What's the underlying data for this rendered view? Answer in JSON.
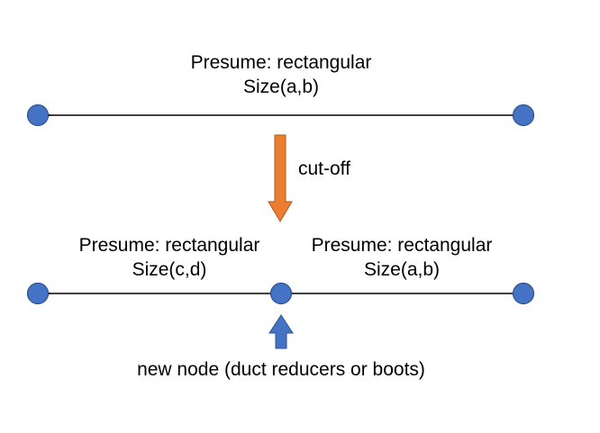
{
  "top_edge": {
    "line1": "Presume: rectangular",
    "line2": "Size(a,b)"
  },
  "cutoff": {
    "label": "cut-off"
  },
  "bottom_left_edge": {
    "line1": "Presume: rectangular",
    "line2": "Size(c,d)"
  },
  "bottom_right_edge": {
    "line1": "Presume: rectangular",
    "line2": "Size(a,b)"
  },
  "new_node": {
    "label": "new node (duct reducers or boots)"
  },
  "colors": {
    "node_fill": "#4472C4",
    "node_stroke": "#2F528F",
    "cutoff_arrow_fill": "#ED7D31",
    "cutoff_arrow_stroke": "#AE5A21",
    "new_node_arrow_fill": "#4472C4",
    "new_node_arrow_stroke": "#2F528F",
    "edge_line": "#000000"
  }
}
